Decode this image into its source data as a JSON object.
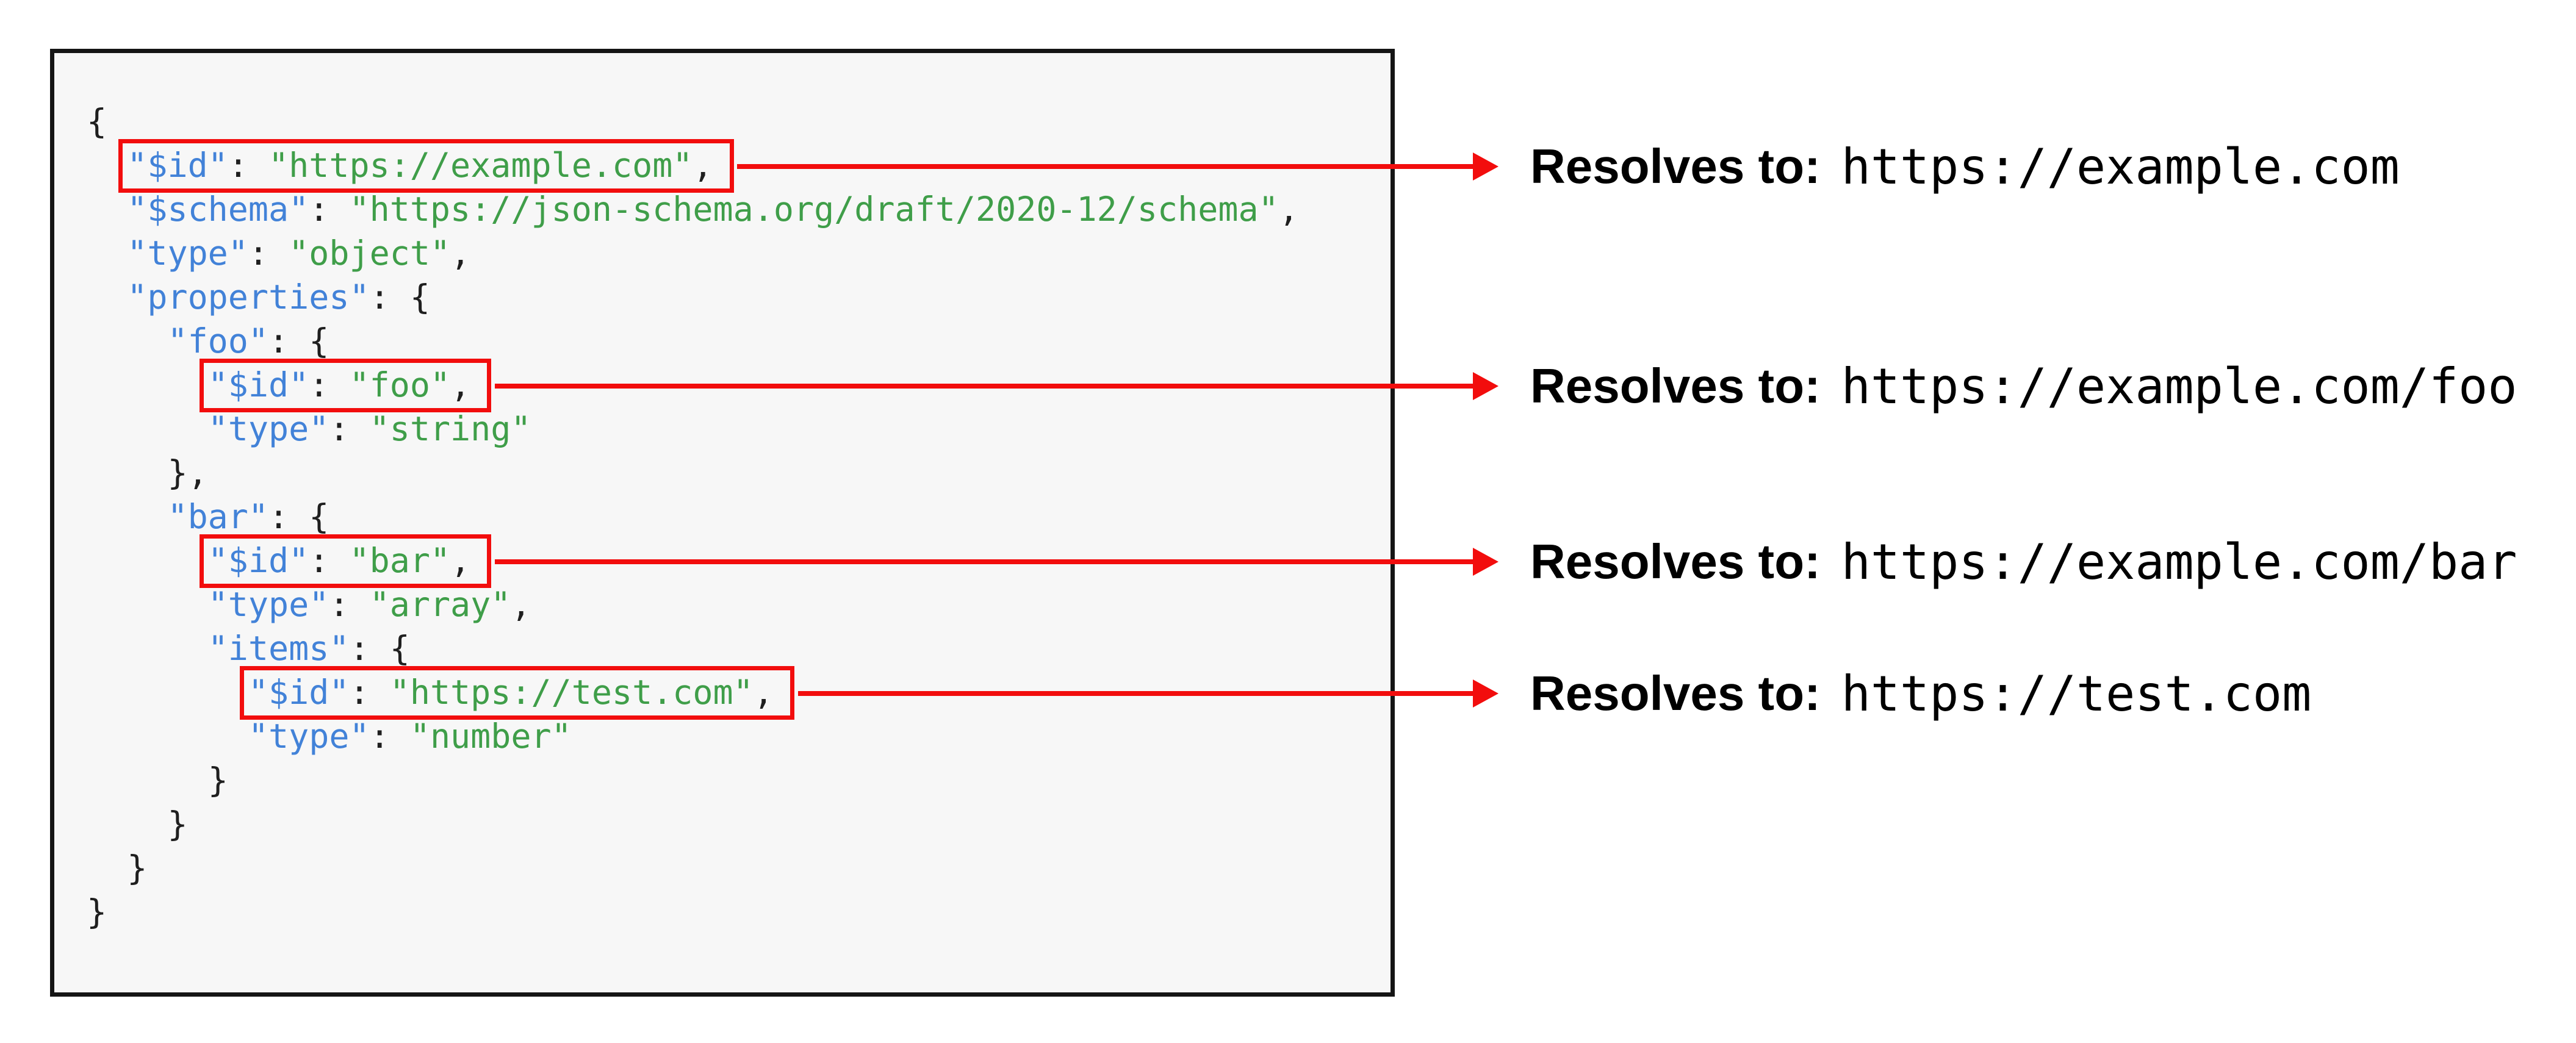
{
  "colors": {
    "accent_red": "#F20D0D",
    "key_blue": "#4282D8",
    "string_green": "#3F9E49",
    "punctuation": "#1F1F1F",
    "panel_bg": "#F7F7F7",
    "panel_border": "#151515",
    "label_text": "#000000"
  },
  "code": {
    "language": "json",
    "lines": [
      {
        "segments": [
          {
            "type": "p",
            "text": "{"
          }
        ]
      },
      {
        "hl": true,
        "indent": "  ",
        "segments": [
          {
            "type": "k",
            "text": "\"$id\""
          },
          {
            "type": "p",
            "text": ": "
          },
          {
            "type": "s",
            "text": "\"https://example.com\""
          },
          {
            "type": "p",
            "text": ","
          }
        ]
      },
      {
        "indent": "  ",
        "segments": [
          {
            "type": "k",
            "text": "\"$schema\""
          },
          {
            "type": "p",
            "text": ": "
          },
          {
            "type": "s",
            "text": "\"https://json-schema.org/draft/2020-12/schema\""
          },
          {
            "type": "p",
            "text": ","
          }
        ]
      },
      {
        "indent": "  ",
        "segments": [
          {
            "type": "k",
            "text": "\"type\""
          },
          {
            "type": "p",
            "text": ": "
          },
          {
            "type": "s",
            "text": "\"object\""
          },
          {
            "type": "p",
            "text": ","
          }
        ]
      },
      {
        "indent": "  ",
        "segments": [
          {
            "type": "k",
            "text": "\"properties\""
          },
          {
            "type": "p",
            "text": ": {"
          }
        ]
      },
      {
        "indent": "    ",
        "segments": [
          {
            "type": "k",
            "text": "\"foo\""
          },
          {
            "type": "p",
            "text": ": {"
          }
        ]
      },
      {
        "hl": true,
        "indent": "      ",
        "segments": [
          {
            "type": "k",
            "text": "\"$id\""
          },
          {
            "type": "p",
            "text": ": "
          },
          {
            "type": "s",
            "text": "\"foo\""
          },
          {
            "type": "p",
            "text": ","
          }
        ]
      },
      {
        "indent": "      ",
        "segments": [
          {
            "type": "k",
            "text": "\"type\""
          },
          {
            "type": "p",
            "text": ": "
          },
          {
            "type": "s",
            "text": "\"string\""
          }
        ]
      },
      {
        "indent": "    ",
        "segments": [
          {
            "type": "p",
            "text": "},"
          }
        ]
      },
      {
        "indent": "    ",
        "segments": [
          {
            "type": "k",
            "text": "\"bar\""
          },
          {
            "type": "p",
            "text": ": {"
          }
        ]
      },
      {
        "hl": true,
        "indent": "      ",
        "segments": [
          {
            "type": "k",
            "text": "\"$id\""
          },
          {
            "type": "p",
            "text": ": "
          },
          {
            "type": "s",
            "text": "\"bar\""
          },
          {
            "type": "p",
            "text": ","
          }
        ]
      },
      {
        "indent": "      ",
        "segments": [
          {
            "type": "k",
            "text": "\"type\""
          },
          {
            "type": "p",
            "text": ": "
          },
          {
            "type": "s",
            "text": "\"array\""
          },
          {
            "type": "p",
            "text": ","
          }
        ]
      },
      {
        "indent": "      ",
        "segments": [
          {
            "type": "k",
            "text": "\"items\""
          },
          {
            "type": "p",
            "text": ": {"
          }
        ]
      },
      {
        "hl": true,
        "indent": "        ",
        "segments": [
          {
            "type": "k",
            "text": "\"$id\""
          },
          {
            "type": "p",
            "text": ": "
          },
          {
            "type": "s",
            "text": "\"https://test.com\""
          },
          {
            "type": "p",
            "text": ","
          }
        ]
      },
      {
        "indent": "        ",
        "segments": [
          {
            "type": "k",
            "text": "\"type\""
          },
          {
            "type": "p",
            "text": ": "
          },
          {
            "type": "s",
            "text": "\"number\""
          }
        ]
      },
      {
        "indent": "      ",
        "segments": [
          {
            "type": "p",
            "text": "}"
          }
        ]
      },
      {
        "indent": "    ",
        "segments": [
          {
            "type": "p",
            "text": "}"
          }
        ]
      },
      {
        "indent": "  ",
        "segments": [
          {
            "type": "p",
            "text": "}"
          }
        ]
      },
      {
        "segments": [
          {
            "type": "p",
            "text": "}"
          }
        ]
      }
    ]
  },
  "annotations": [
    {
      "prefix": "Resolves to:",
      "url": "https://example.com"
    },
    {
      "prefix": "Resolves to:",
      "url": "https://example.com/foo"
    },
    {
      "prefix": "Resolves to:",
      "url": "https://example.com/bar"
    },
    {
      "prefix": "Resolves to:",
      "url": "https://test.com"
    }
  ]
}
